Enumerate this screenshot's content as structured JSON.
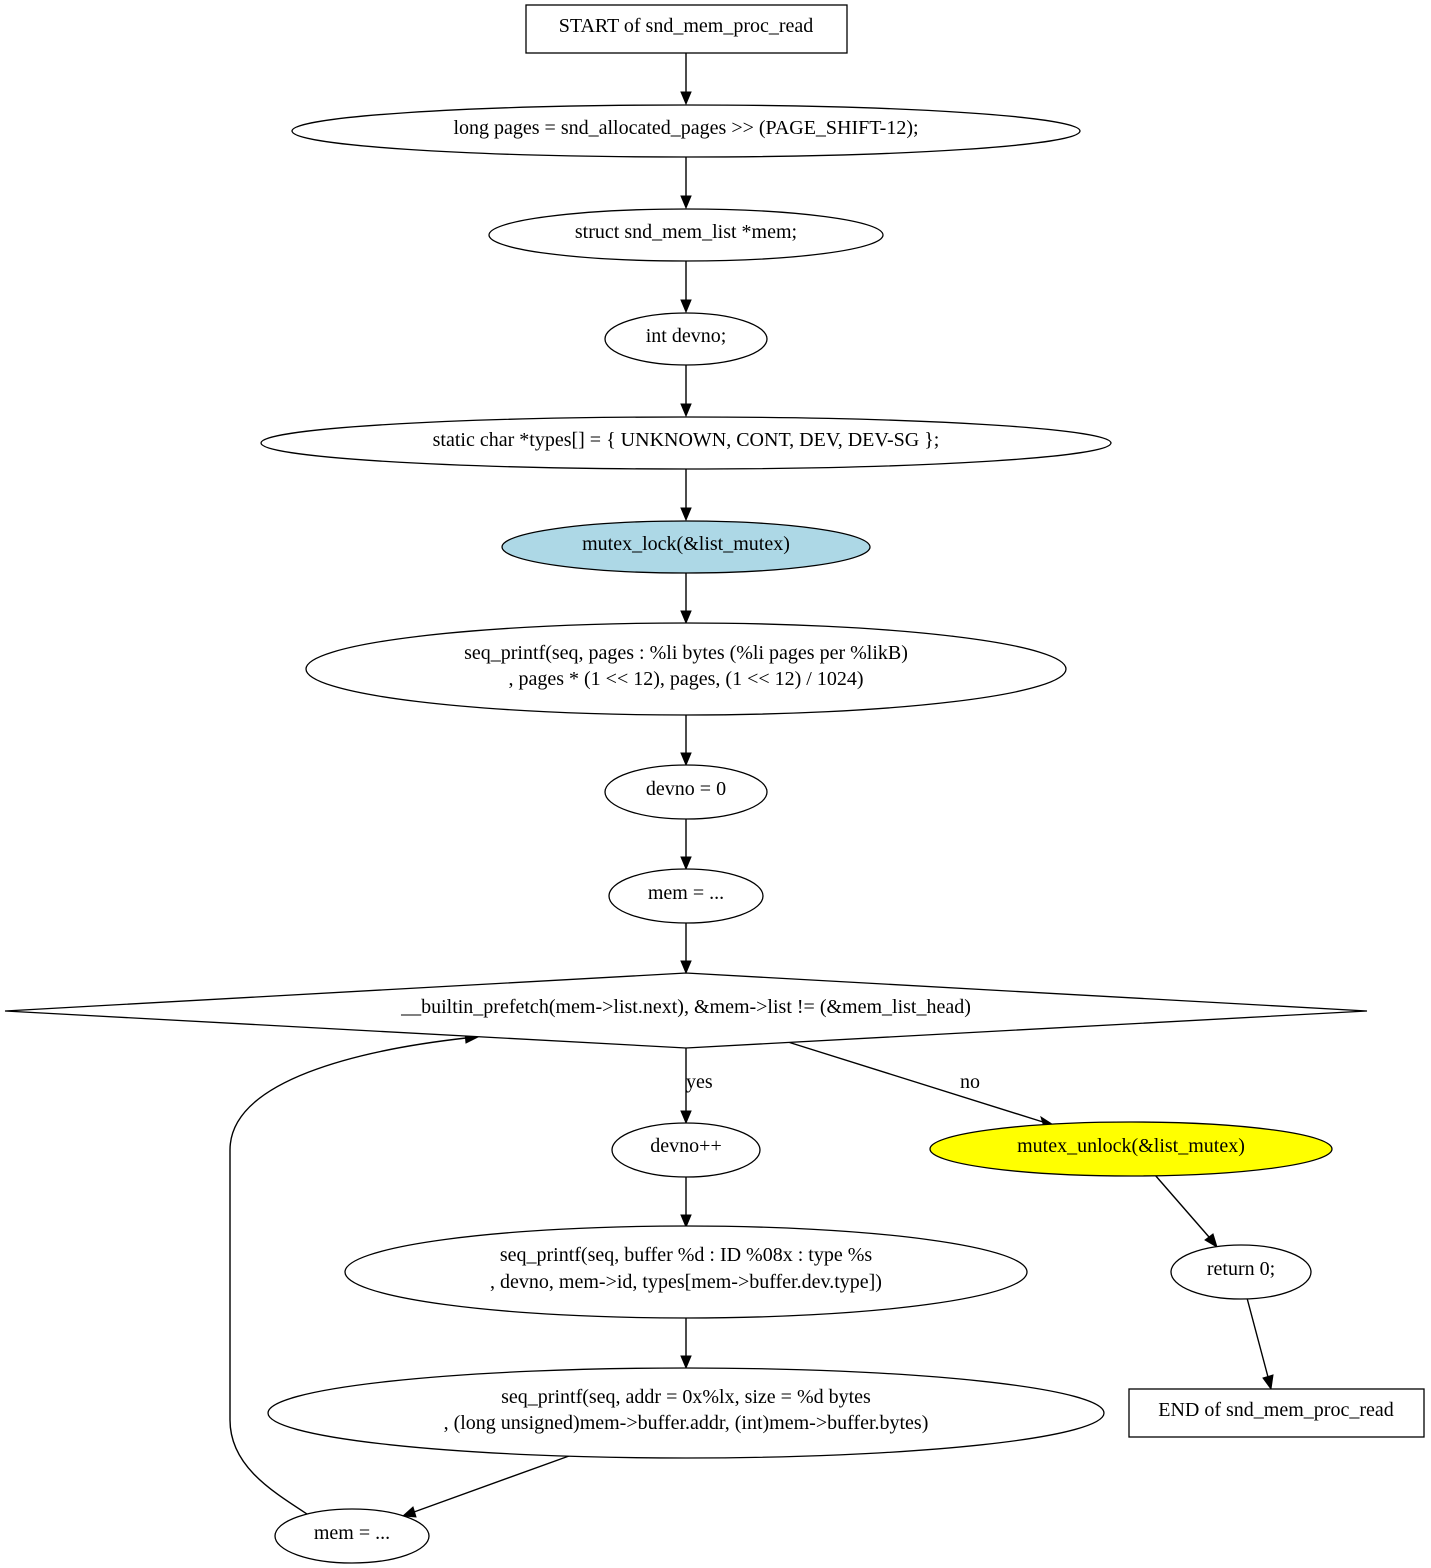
{
  "diagram": {
    "colors": {
      "mutex_lock_fill": "#add8e6",
      "mutex_unlock_fill": "#ffff00",
      "default_fill": "#ffffff",
      "stroke": "#000000"
    },
    "nodes": {
      "start": {
        "lines": [
          "START of snd_mem_proc_read"
        ]
      },
      "pages_decl": {
        "lines": [
          "long pages = snd_allocated_pages >> (PAGE_SHIFT-12);"
        ]
      },
      "mem_decl": {
        "lines": [
          "struct snd_mem_list *mem;"
        ]
      },
      "devno_decl": {
        "lines": [
          "int devno;"
        ]
      },
      "types_decl": {
        "lines": [
          "static char *types[] = { UNKNOWN, CONT, DEV, DEV-SG };"
        ]
      },
      "mutex_lock": {
        "lines": [
          "mutex_lock(&list_mutex)"
        ]
      },
      "printf_pages": {
        "lines": [
          "seq_printf(seq, pages  : %li bytes (%li pages per %likB)",
          ", pages * (1 << 12), pages, (1 << 12) / 1024)"
        ]
      },
      "devno_init": {
        "lines": [
          "devno = 0"
        ]
      },
      "mem_init": {
        "lines": [
          "mem = ..."
        ]
      },
      "loop_cond": {
        "lines": [
          "__builtin_prefetch(mem->list.next), &mem->list != (&mem_list_head)"
        ]
      },
      "devno_inc": {
        "lines": [
          "devno++"
        ]
      },
      "mutex_unlock": {
        "lines": [
          "mutex_unlock(&list_mutex)"
        ]
      },
      "printf_buffer": {
        "lines": [
          "seq_printf(seq, buffer %d : ID %08x : type %s",
          ", devno, mem->id, types[mem->buffer.dev.type])"
        ]
      },
      "return_zero": {
        "lines": [
          "return 0;"
        ]
      },
      "printf_addr": {
        "lines": [
          "seq_printf(seq,   addr = 0x%lx, size = %d bytes",
          ", (long unsigned)mem->buffer.addr, (int)mem->buffer.bytes)"
        ]
      },
      "end": {
        "lines": [
          "END of snd_mem_proc_read"
        ]
      },
      "mem_next": {
        "lines": [
          "mem = ..."
        ]
      }
    },
    "edge_labels": {
      "yes": "yes",
      "no": "no"
    }
  }
}
